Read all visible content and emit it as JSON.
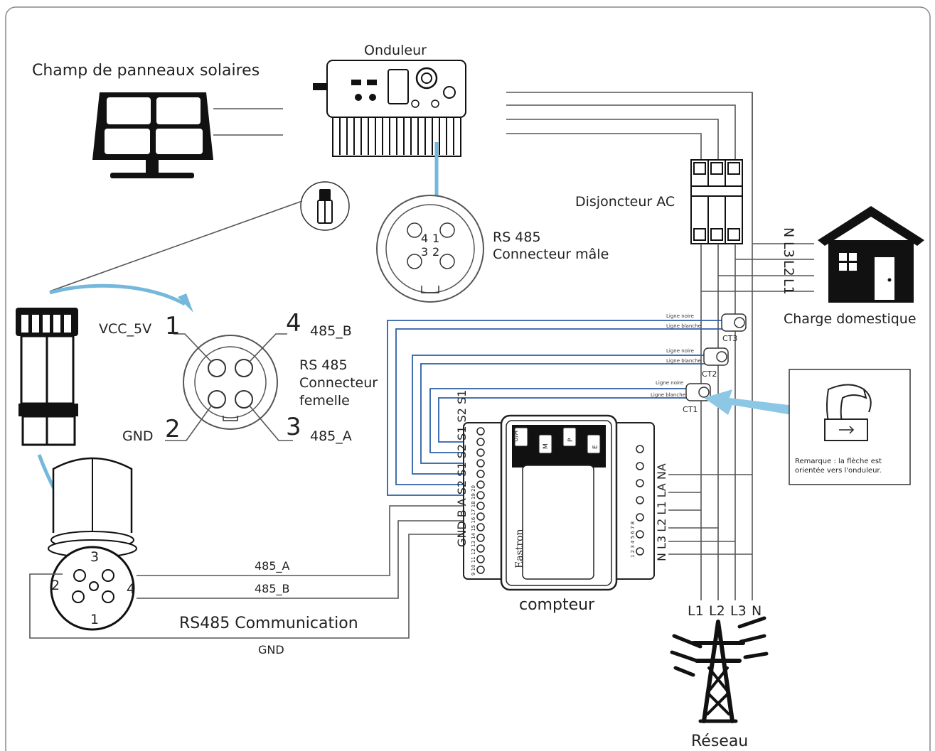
{
  "labels": {
    "solar": "Champ de panneaux solaires",
    "inverter": "Onduleur",
    "breaker": "Disjoncteur AC",
    "rs485_male_line1": "RS 485",
    "rs485_male_line2": "Connecteur mâle",
    "load": "Charge domestique",
    "rs485_female_line1": "RS 485",
    "rs485_female_line2": "Connecteur",
    "rs485_female_line3": "femelle",
    "meter": "compteur",
    "grid": "Réseau",
    "communication": "RS485 Communication",
    "brand": "Eastron",
    "note_line1": "Remarque : la flèche est",
    "note_line2": "orientée vers l'onduleur."
  },
  "pins": {
    "vcc": "VCC_5V",
    "gnd": "GND",
    "b485": "485_B",
    "a485": "485_A",
    "n1": "1",
    "n2": "2",
    "n3": "3",
    "n4": "4"
  },
  "male_pins": {
    "p4": "4",
    "p1": "1",
    "p3": "3",
    "p2": "2"
  },
  "round_pins": {
    "p3": "3",
    "p2": "2",
    "p4": "4",
    "p1": "1"
  },
  "wires": {
    "a": "485_A",
    "b": "485_B",
    "gnd": "GND"
  },
  "house_lines": {
    "n": "N",
    "l3": "L3",
    "l2": "L2",
    "l1": "L1"
  },
  "grid_lines": {
    "l1": "L1",
    "l2": "L2",
    "l3": "L3",
    "n": "N"
  },
  "cts": {
    "ct1": "CT1",
    "ct2": "CT2",
    "ct3": "CT3",
    "black": "Ligne noire",
    "white": "Ligne blanche"
  },
  "meter_top": "GND B A S2 S1 S2 S1 S2 S1",
  "meter_top_nums": "9 10 11 12 13 14 15 16 17 18 19 20",
  "meter_bottom": "N L3 L2 L1 LA NA",
  "meter_bottom_nums": "1 2 3 4 5 6 7 8",
  "meter_buttons": {
    "b1": "U/A",
    "b2": "M",
    "b3": "P",
    "b4": "E"
  }
}
